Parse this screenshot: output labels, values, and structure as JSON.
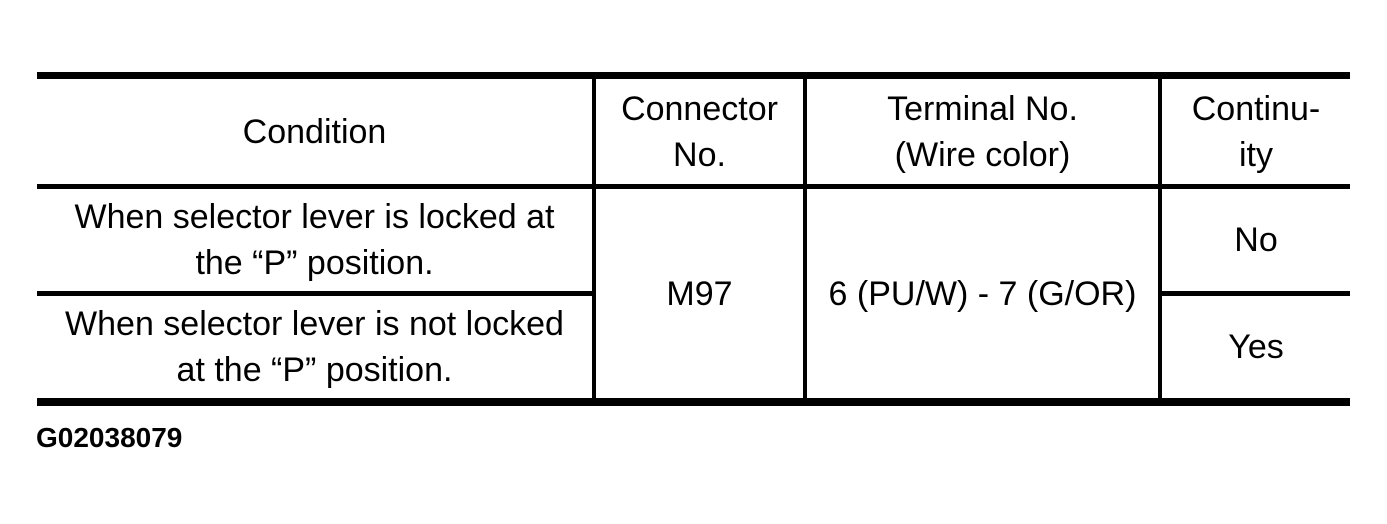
{
  "table": {
    "headers": {
      "condition": "Condition",
      "connector": [
        "Connector",
        "No."
      ],
      "terminal": [
        "Terminal No.",
        "(Wire color)"
      ],
      "continuity": [
        "Continu-",
        "ity"
      ]
    },
    "rows": [
      {
        "condition": [
          "When selector lever is locked at",
          "the “P” position."
        ],
        "continuity": "No"
      },
      {
        "condition": [
          "When selector lever is not locked",
          "at the “P” position."
        ],
        "continuity": "Yes"
      }
    ],
    "connector_no": "M97",
    "terminal_no": "6 (PU/W) - 7 (G/OR)",
    "border_color": "#000000"
  },
  "caption": {
    "figure_id": "G02038079"
  }
}
